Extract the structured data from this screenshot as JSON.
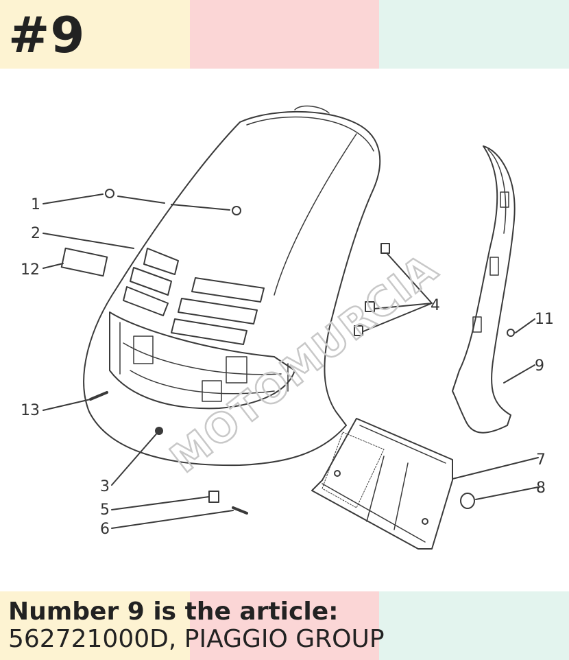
{
  "header": {
    "title": "#9"
  },
  "colors": {
    "band_1": "#fdf3d2",
    "band_2": "#fbd6d6",
    "band_3": "#e3f4ee"
  },
  "diagram": {
    "labels": [
      "1",
      "2",
      "12",
      "4",
      "11",
      "9",
      "13",
      "3",
      "5",
      "6",
      "7",
      "8"
    ],
    "watermark": "MOTOMURCIA"
  },
  "caption": {
    "line1": "Number 9 is the article:",
    "line2": "562721000D, PIAGGIO GROUP"
  }
}
